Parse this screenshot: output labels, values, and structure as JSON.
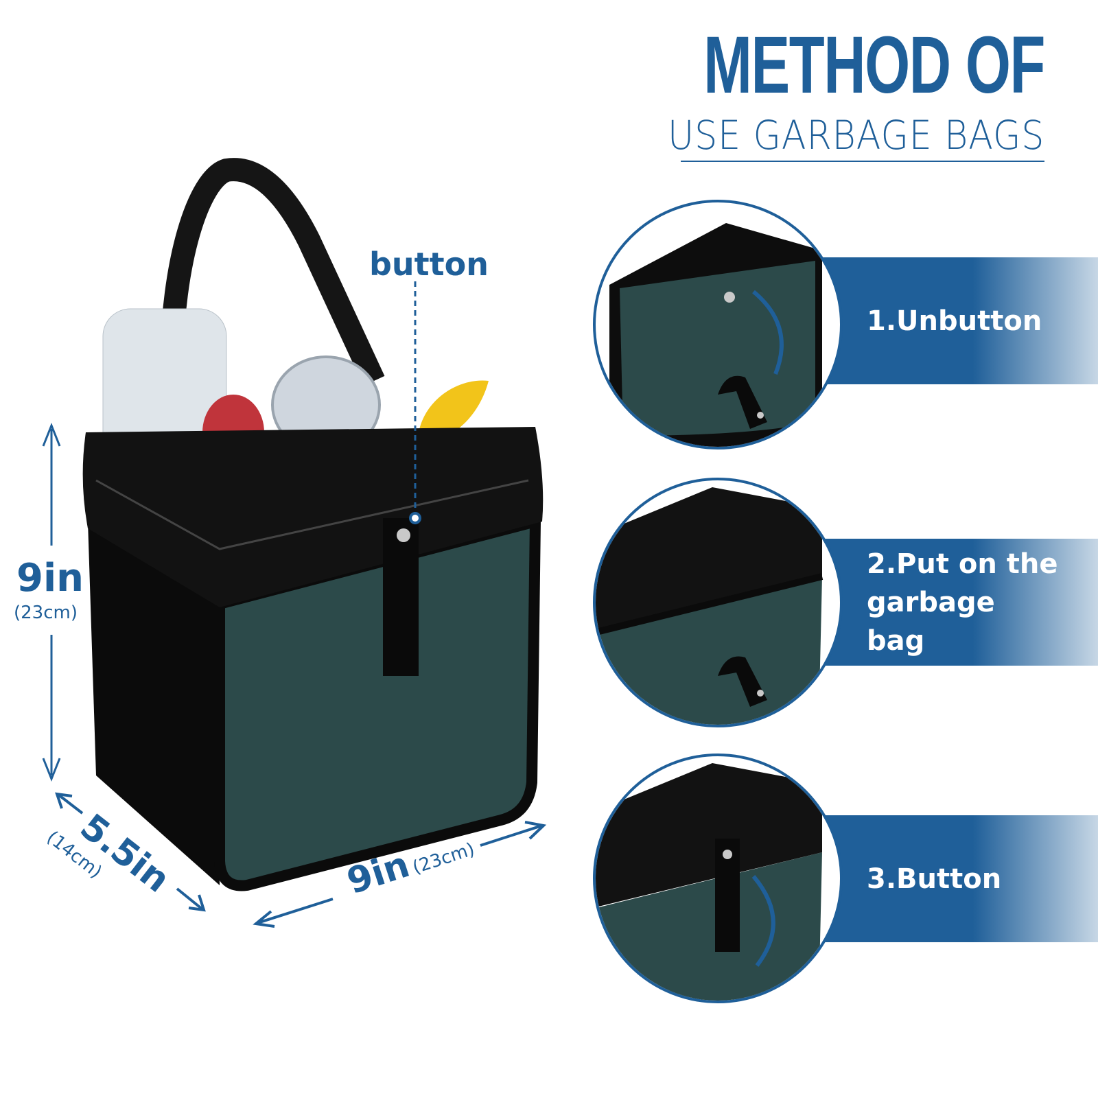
{
  "header": {
    "title": "METHOD OF",
    "subtitle": "USE GARBAGE BAGS"
  },
  "product": {
    "button_label": "button"
  },
  "dimensions": {
    "height": {
      "value": "9in",
      "metric": "(23cm)"
    },
    "depth": {
      "value": "5.5in",
      "metric": "(14cm)"
    },
    "width": {
      "value": "9in",
      "metric": "(23cm)"
    }
  },
  "steps": [
    {
      "label": "1.Unbutton"
    },
    {
      "label": "2.Put on the garbage bag"
    },
    {
      "label": "3.Button"
    }
  ],
  "colors": {
    "brand_blue": "#1f5f99",
    "felt": "#2c4a4a",
    "black": "#111111"
  }
}
